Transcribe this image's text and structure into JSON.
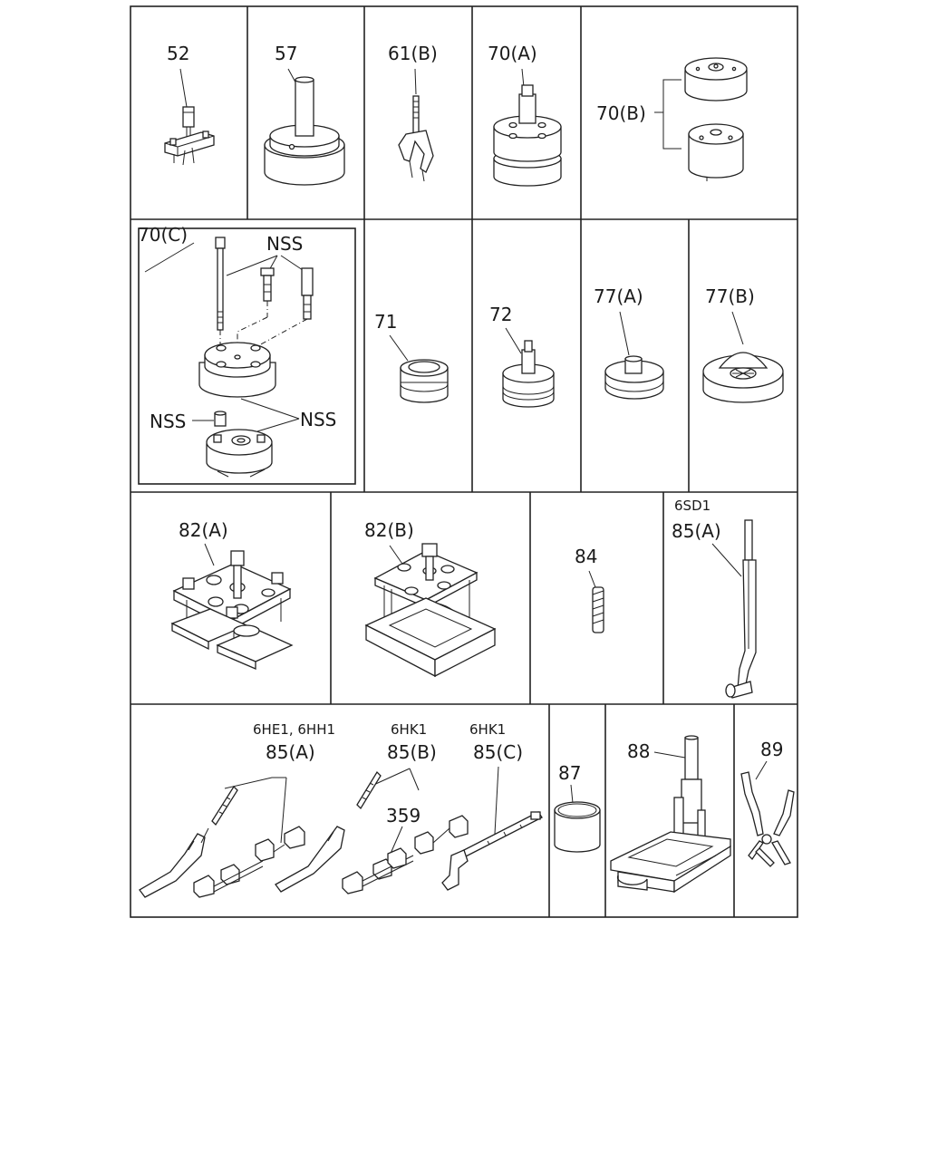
{
  "diagram": {
    "cells": [
      {
        "id": "52",
        "labels": [
          "52"
        ]
      },
      {
        "id": "57",
        "labels": [
          "57"
        ]
      },
      {
        "id": "61B",
        "labels": [
          "61(B)"
        ]
      },
      {
        "id": "70A",
        "labels": [
          "70(A)"
        ]
      },
      {
        "id": "70B",
        "labels": [
          "70(B)"
        ]
      },
      {
        "id": "70C",
        "labels": [
          "70(C)",
          "NSS",
          "NSS",
          "NSS"
        ]
      },
      {
        "id": "71",
        "labels": [
          "71"
        ]
      },
      {
        "id": "72",
        "labels": [
          "72"
        ]
      },
      {
        "id": "77A",
        "labels": [
          "77(A)"
        ]
      },
      {
        "id": "77B",
        "labels": [
          "77(B)"
        ]
      },
      {
        "id": "82A",
        "labels": [
          "82(A)"
        ]
      },
      {
        "id": "82B",
        "labels": [
          "82(B)"
        ]
      },
      {
        "id": "84",
        "labels": [
          "84"
        ]
      },
      {
        "id": "85A_6SD1",
        "labels": [
          "6SD1",
          "85(A)"
        ]
      },
      {
        "id": "85_group",
        "labels": [
          "6HE1, 6HH1",
          "85(A)",
          "6HK1",
          "85(B)",
          "359",
          "6HK1",
          "85(C)"
        ]
      },
      {
        "id": "87",
        "labels": [
          "87"
        ]
      },
      {
        "id": "88",
        "labels": [
          "88"
        ]
      },
      {
        "id": "89",
        "labels": [
          "89"
        ]
      }
    ]
  }
}
